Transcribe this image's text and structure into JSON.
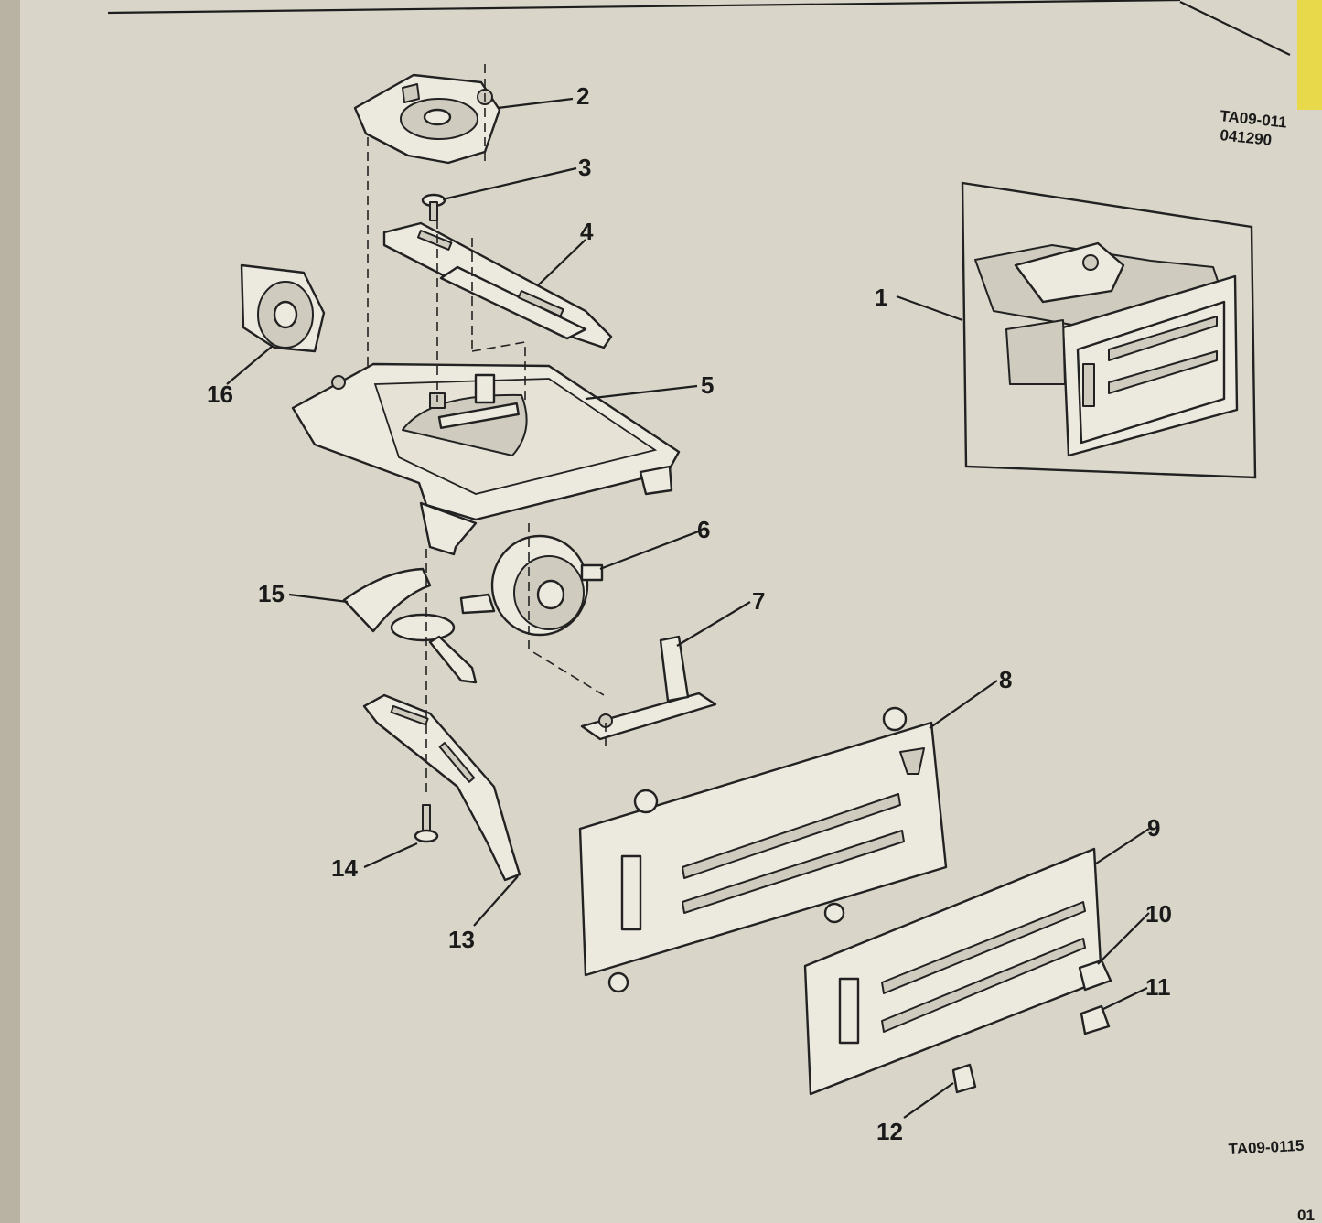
{
  "figure": {
    "code_top_line1": "TA09-011",
    "code_top_line2": "041290",
    "code_bottom": "TA09-0115",
    "page_corner": "01"
  },
  "callouts": [
    {
      "label": "1"
    },
    {
      "label": "2"
    },
    {
      "label": "3"
    },
    {
      "label": "4"
    },
    {
      "label": "5"
    },
    {
      "label": "6"
    },
    {
      "label": "7"
    },
    {
      "label": "8"
    },
    {
      "label": "9"
    },
    {
      "label": "10"
    },
    {
      "label": "11"
    },
    {
      "label": "12"
    },
    {
      "label": "13"
    },
    {
      "label": "14"
    },
    {
      "label": "15"
    },
    {
      "label": "16"
    }
  ],
  "colors": {
    "paper": "#d9d5c8",
    "ink": "#1e1e1e",
    "page_edge_accent": "#e8d94a"
  }
}
